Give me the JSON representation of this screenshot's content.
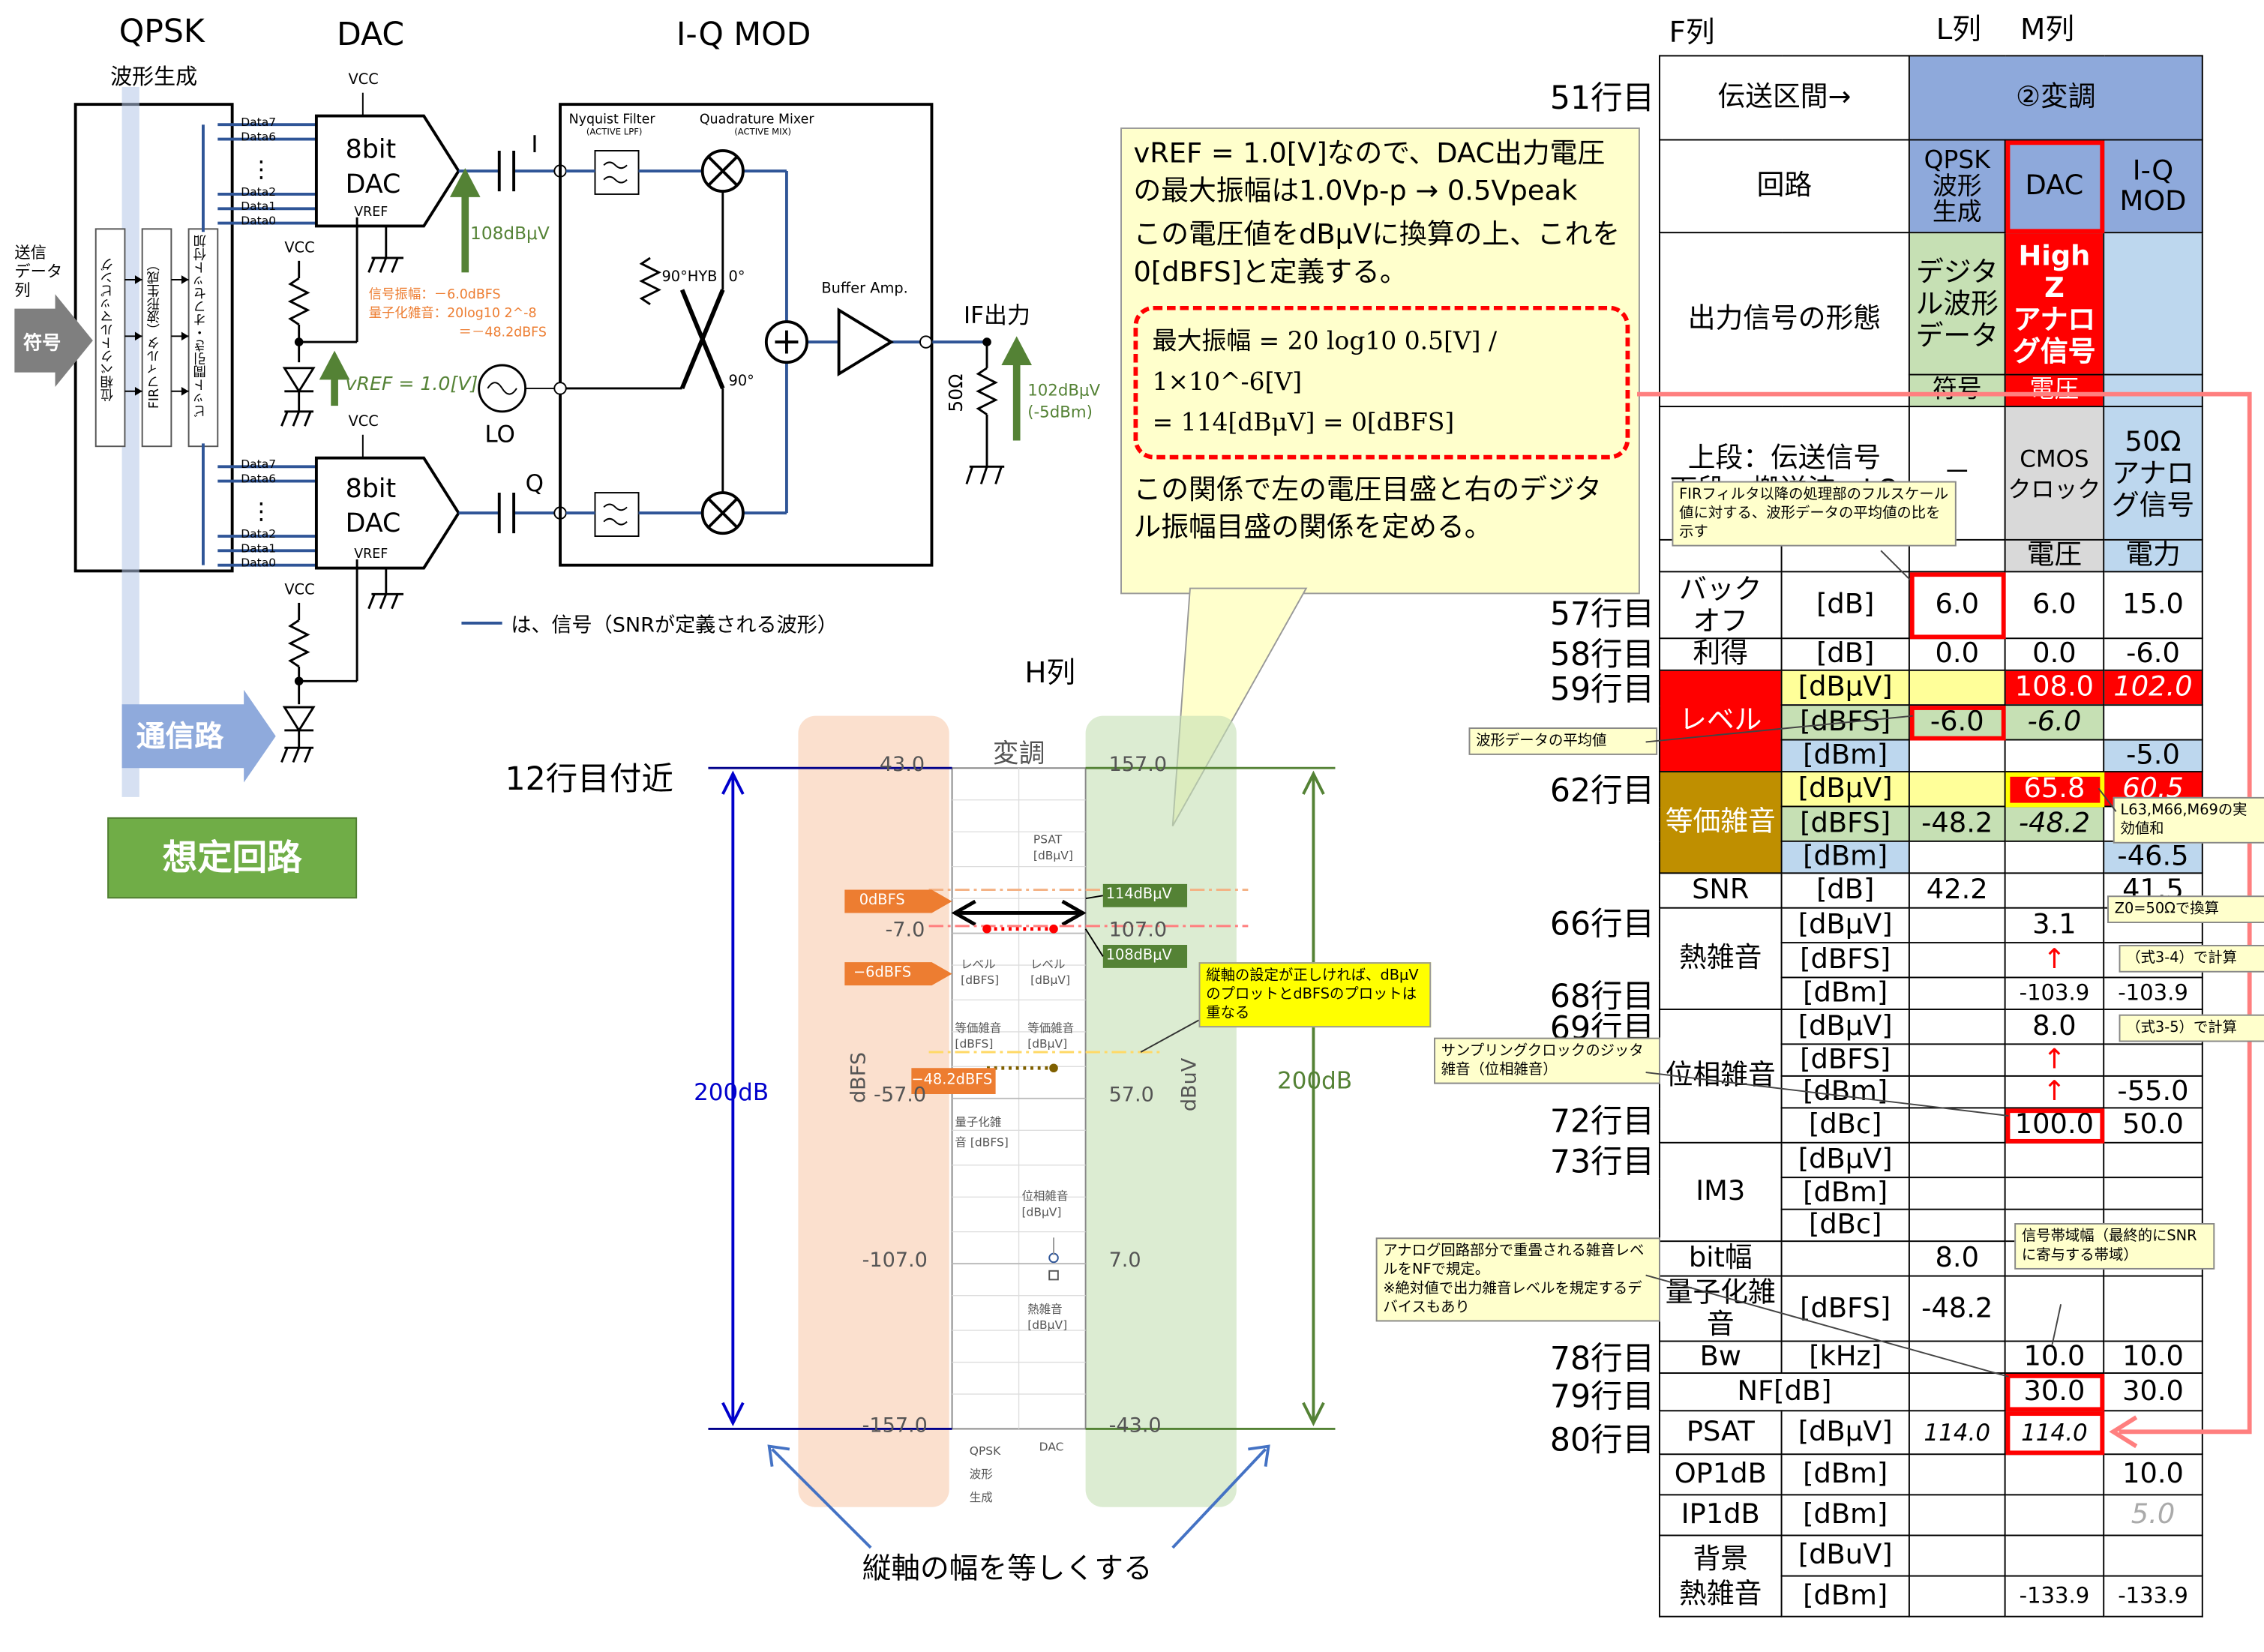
{
  "circuit": {
    "qpsk_title": "QPSK",
    "qpsk_sub": "波形生成",
    "dac_title": "DAC",
    "iq_title": "I-Q MOD",
    "input_label": "送信\nデータ\n列",
    "symbol_label": "符号",
    "block1": "位相ベクトルマッピング",
    "block2": "FIRフィルタ（波形生成）",
    "block3": "ビット間引き・オフセット付加",
    "data_lines_top": [
      "Data7",
      "Data6",
      "Data2",
      "Data1",
      "Data0"
    ],
    "data_lines_bottom": [
      "Data7",
      "Data6",
      "Data2",
      "Data1",
      "Data0"
    ],
    "dac_label": "8bit\nDAC",
    "vref": "VREF",
    "vcc": "VCC",
    "i_label": "I",
    "q_label": "Q",
    "lo_label": "LO",
    "nyquist": "Nyquist Filter",
    "nyquist_sub": "(ACTIVE LPF)",
    "quad_mixer": "Quadrature Mixer",
    "quad_mixer_sub": "(ACTIVE MIX)",
    "hyb": "90°HYB",
    "deg0": "0°",
    "deg90": "90°",
    "buffer_amp": "Buffer Amp.",
    "if_out": "IF出力",
    "r50": "50Ω",
    "level_108": "108dBμV",
    "level_102": "102dBμV\n(-5dBm)",
    "vref_eq": "vREF = 1.0[V]",
    "signal_amp": "信号振幅：－6.0dBFS",
    "quant_noise": "量子化雑音：20log10 2^-8",
    "quant_noise2": "＝－48.2dBFS",
    "legend": "は、信号（SNRが定義される波形）",
    "channel": "通信路",
    "assumed": "想定回路"
  },
  "note": {
    "line1": "vREF = 1.0[V]なので、DAC出力電圧の最大振幅は1.0Vp-p → 0.5Vpeak",
    "line2": "この電圧値をdBμVに換算の上、これを0[dBFS]と定義する。",
    "formula1": "最大振幅 = 20 log10 0.5[V] / 1×10^-6[V]",
    "formula2": "= 114[dBμV] = 0[dBFS]",
    "line3": "この関係で左の電圧目盛と右のデジタル振幅目盛の関係を定める。"
  },
  "chart": {
    "h_col": "H列",
    "row12": "12行目付近",
    "modulation": "変調",
    "dbfs_axis": "dBFS",
    "dbuv_axis": "dBuV",
    "span_left": "200dB",
    "span_right": "200dB",
    "left_ticks": [
      "43.0",
      "-7.0",
      "-57.0",
      "-107.0",
      "-157.0"
    ],
    "right_ticks": [
      "157.0",
      "107.0",
      "57.0",
      "7.0",
      "-43.0"
    ],
    "psat": "PSAT\n[dBμV]",
    "level_dbfs": "レベル\n[dBFS]",
    "level_dbuv": "レベル\n[dBμV]",
    "eq_noise_dbfs": "等価雑音\n[dBFS]",
    "eq_noise_dbuv": "等価雑音\n[dBμV]",
    "quant_dbfs": "量子化雑\n音 [dBFS]",
    "phase_noise": "位相雑音\n[dBμV]",
    "thermal": "熱雑音\n[dBμV]",
    "col_qpsk": "QPSK\n波形\n生成",
    "col_dac": "DAC",
    "tag_0dbfs": "0dBFS",
    "tag_m6dbfs": "−6dBFS",
    "tag_m482": "−48.2dBFS",
    "tag_114": "114dBμV",
    "tag_108": "108dBμV",
    "overlap_note": "縦軸の設定が正しければ、dBμVのプロットとdBFSのプロットは重なる",
    "equal_axis": "縦軸の幅を等しくする"
  },
  "table": {
    "header_f": "F列",
    "header_l": "L列",
    "header_m": "M列",
    "row_labels": [
      "51行目",
      "57行目",
      "58行目",
      "59行目",
      "62行目",
      "66行目",
      "68行目",
      "69行目",
      "72行目",
      "73行目",
      "78行目",
      "79行目",
      "80行目"
    ],
    "section": "伝送区間→",
    "modulation": "②変調",
    "circuit": "回路",
    "qpsk": "QPSK\n波形\n生成",
    "dac": "DAC",
    "iq": "I-Q\nMOD",
    "form": "出力信号の形態",
    "digital": "デジタ\nル波形\nデータ",
    "high_z": "High\nZ\nアナロ\nグ信号",
    "symbol": "符号",
    "voltage": "電圧",
    "upper_lower": "上段：伝送信号\n下段：搬送波・LO",
    "dash": "－",
    "cmos": "CMOS\nクロック",
    "ohm50": "50Ω\nアナロ\nグ信号",
    "volt2": "電圧",
    "power": "電力",
    "backoff": "バック\nオフ",
    "gain": "利得",
    "level": "レベル",
    "eq_noise": "等価雑音",
    "snr": "SNR",
    "thermal": "熱雑音",
    "phase": "位相雑音",
    "im3": "IM3",
    "bitw": "bit幅",
    "quant": "量子化雑\n音",
    "bw": "Bw",
    "nf": "NF[dB]",
    "psat": "PSAT",
    "op1db": "OP1dB",
    "ip1db": "IP1dB",
    "bg_noise": "背景\n熱雑音",
    "u_db": "[dB]",
    "u_dbuv": "[dBμV]",
    "u_dbfs": "[dBFS]",
    "u_dbm": "[dBm]",
    "u_dbc": "[dBc]",
    "u_khz": "[kHz]",
    "u_dbuV2": "[dBuV]",
    "v_backoff": [
      "6.0",
      "6.0",
      "15.0"
    ],
    "v_gain": [
      "0.0",
      "0.0",
      "-6.0"
    ],
    "v_level_dbuv": [
      "",
      "108.0",
      "102.0"
    ],
    "v_level_dbfs": [
      "-6.0",
      "-6.0",
      ""
    ],
    "v_level_dbm": [
      "",
      "",
      "-5.0"
    ],
    "v_eq_dbuv": [
      "",
      "65.8",
      "60.5"
    ],
    "v_eq_dbfs": [
      "-48.2",
      "-48.2",
      ""
    ],
    "v_eq_dbm": [
      "",
      "",
      "-46.5"
    ],
    "v_snr": [
      "42.2",
      "",
      "41.5"
    ],
    "v_th_dbuv": [
      "",
      "3.1",
      ""
    ],
    "v_th_dbfs": [
      "",
      "↑",
      ""
    ],
    "v_th_dbm": [
      "",
      "-103.9",
      "-103.9"
    ],
    "v_ph_dbuv": [
      "",
      "8.0",
      ""
    ],
    "v_ph_dbfs": [
      "",
      "↑",
      ""
    ],
    "v_ph_dbm": [
      "",
      "↑",
      "-55.0"
    ],
    "v_ph_dbc": [
      "",
      "100.0",
      "50.0"
    ],
    "v_bit": [
      "8.0",
      "",
      ""
    ],
    "v_quant": [
      "-48.2",
      "",
      ""
    ],
    "v_bw": [
      "",
      "10.0",
      "10.0"
    ],
    "v_nf": [
      "",
      "30.0",
      "30.0"
    ],
    "v_psat": [
      "114.0",
      "114.0",
      ""
    ],
    "v_op1db": [
      "",
      "",
      "10.0"
    ],
    "v_ip1db": [
      "",
      "",
      "5.0"
    ],
    "v_bg_dbm": [
      "",
      "-133.9",
      "-133.9"
    ]
  },
  "callouts": {
    "fir": "FIRフィルタ以降の処理部のフルスケール値に対する、波形データの平均値の比を示す",
    "avg": "波形データの平均値",
    "l63": "L63,M66,M69の実効値和",
    "z0": "Z0=50Ωで換算",
    "eq34": "（式3-4）で計算",
    "eq35": "（式3-5）で計算",
    "jitter": "サンプリングクロックのジッタ雑音（位相雑音）",
    "analog": "アナログ回路部分で重畳される雑音レベルをNFで規定。\n※絶対値で出力雑音レベルを規定するデバイスもあり",
    "bandwidth": "信号帯域幅（最終的にSNRに寄与する帯域）"
  },
  "colors": {
    "blue_line": "#2f5597",
    "green": "#548235",
    "orange": "#ed7d31",
    "red": "#ff0000",
    "yellow_note": "#ffffcc"
  }
}
